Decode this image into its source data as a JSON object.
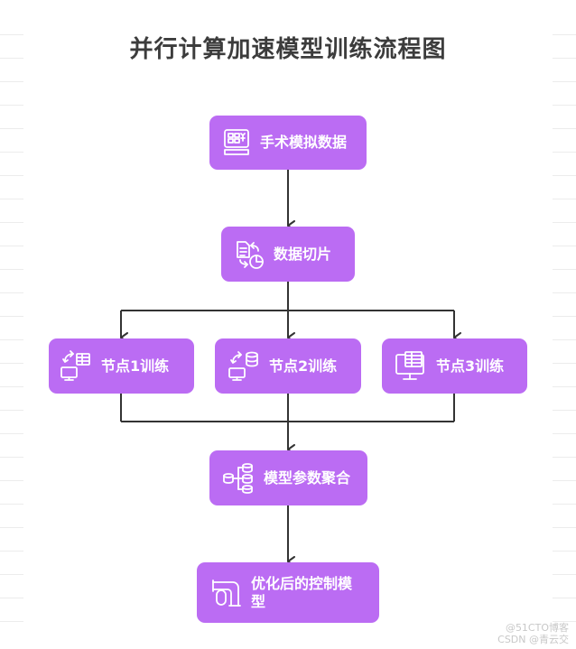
{
  "title": "并行计算加速模型训练流程图",
  "nodes": {
    "data_gen": "手术模拟数据",
    "data_split": "数据切片",
    "node1": "节点1训练",
    "node2": "节点2训练",
    "node3": "节点3训练",
    "aggregate": "模型参数聚合",
    "optimized": "优化后的控制模型"
  },
  "watermark": {
    "line1": "@51CTO博客",
    "line2": "CSDN @青云交"
  },
  "colors": {
    "node_fill": "#bb6cf3",
    "connector": "#333333",
    "title": "#3c3c3c"
  },
  "icons": {
    "data_gen": "keyboard-terminal-icon",
    "data_split": "document-pie-split-icon",
    "node1": "computer-table-sync-icon",
    "node2": "computer-database-sync-icon",
    "node3": "monitor-table-icon",
    "aggregate": "database-hierarchy-icon",
    "optimized": "pipe-connector-icon"
  }
}
